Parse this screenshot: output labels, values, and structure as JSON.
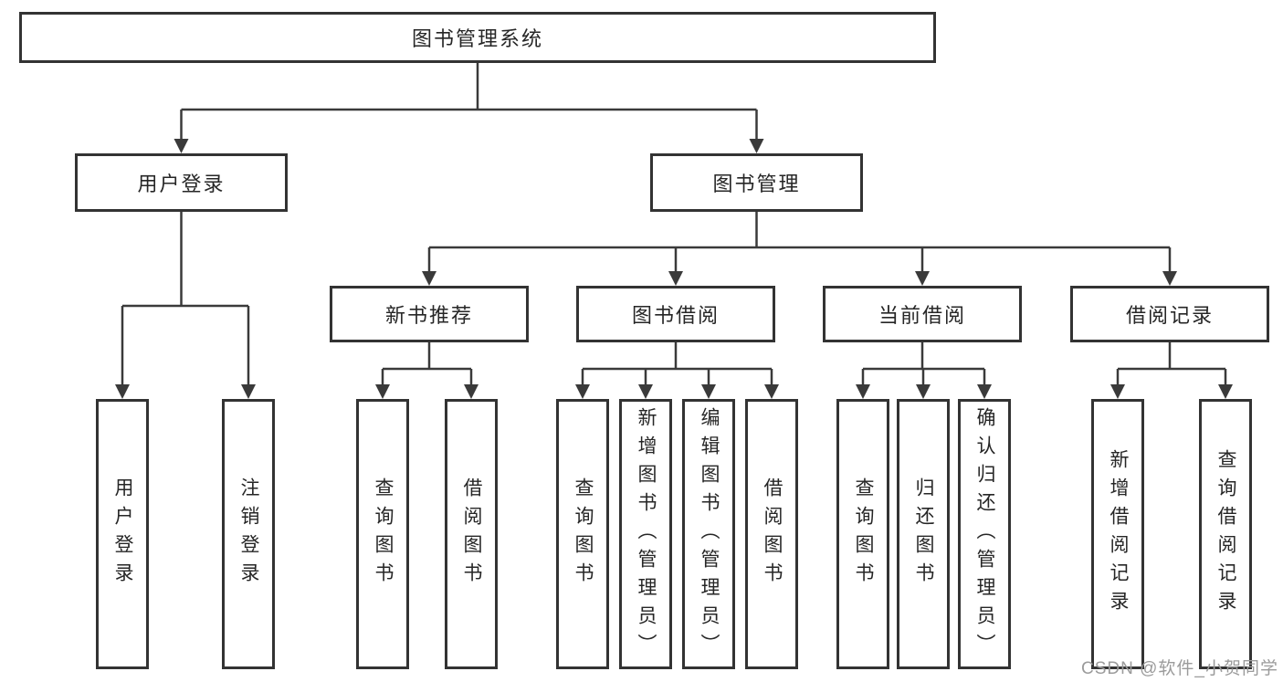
{
  "diagram": {
    "root": {
      "label": "图书管理系统"
    },
    "branches": [
      {
        "label": "用户登录",
        "children": [
          {
            "label": "用户登录"
          },
          {
            "label": "注销登录"
          }
        ]
      },
      {
        "label": "图书管理",
        "children": [
          {
            "label": "新书推荐",
            "children": [
              {
                "label": "查询图书"
              },
              {
                "label": "借阅图书"
              }
            ]
          },
          {
            "label": "图书借阅",
            "children": [
              {
                "label": "查询图书"
              },
              {
                "label": "新增图书（管理员）"
              },
              {
                "label": "编辑图书（管理员）"
              },
              {
                "label": "借阅图书"
              }
            ]
          },
          {
            "label": "当前借阅",
            "children": [
              {
                "label": "查询图书"
              },
              {
                "label": "归还图书"
              },
              {
                "label": "确认归还（管理员）"
              }
            ]
          },
          {
            "label": "借阅记录",
            "children": [
              {
                "label": "新增借阅记录"
              },
              {
                "label": "查询借阅记录"
              }
            ]
          }
        ]
      }
    ]
  },
  "watermark": "CSDN @软件_小贺同学",
  "colors": {
    "background": "#ffffff",
    "box_border": "#333333",
    "box_fill": "#ffffff",
    "line": "#3a3a3a",
    "text": "#262626",
    "watermark": "#9b9b9b"
  }
}
